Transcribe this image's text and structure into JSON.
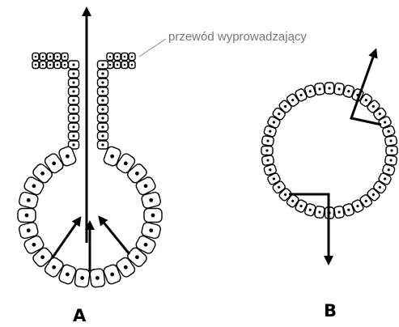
{
  "annotation": {
    "duct_label": "przewód wyprowadzający"
  },
  "panels": [
    {
      "id": "A",
      "label": "A",
      "description": "gland with duct; secretion flows inward and up the duct"
    },
    {
      "id": "B",
      "label": "B",
      "description": "closed follicle; secretion passes through the wall"
    }
  ],
  "colors": {
    "ink": "#000000",
    "annotation": "#777777",
    "cell_fill": "#ffffff"
  }
}
